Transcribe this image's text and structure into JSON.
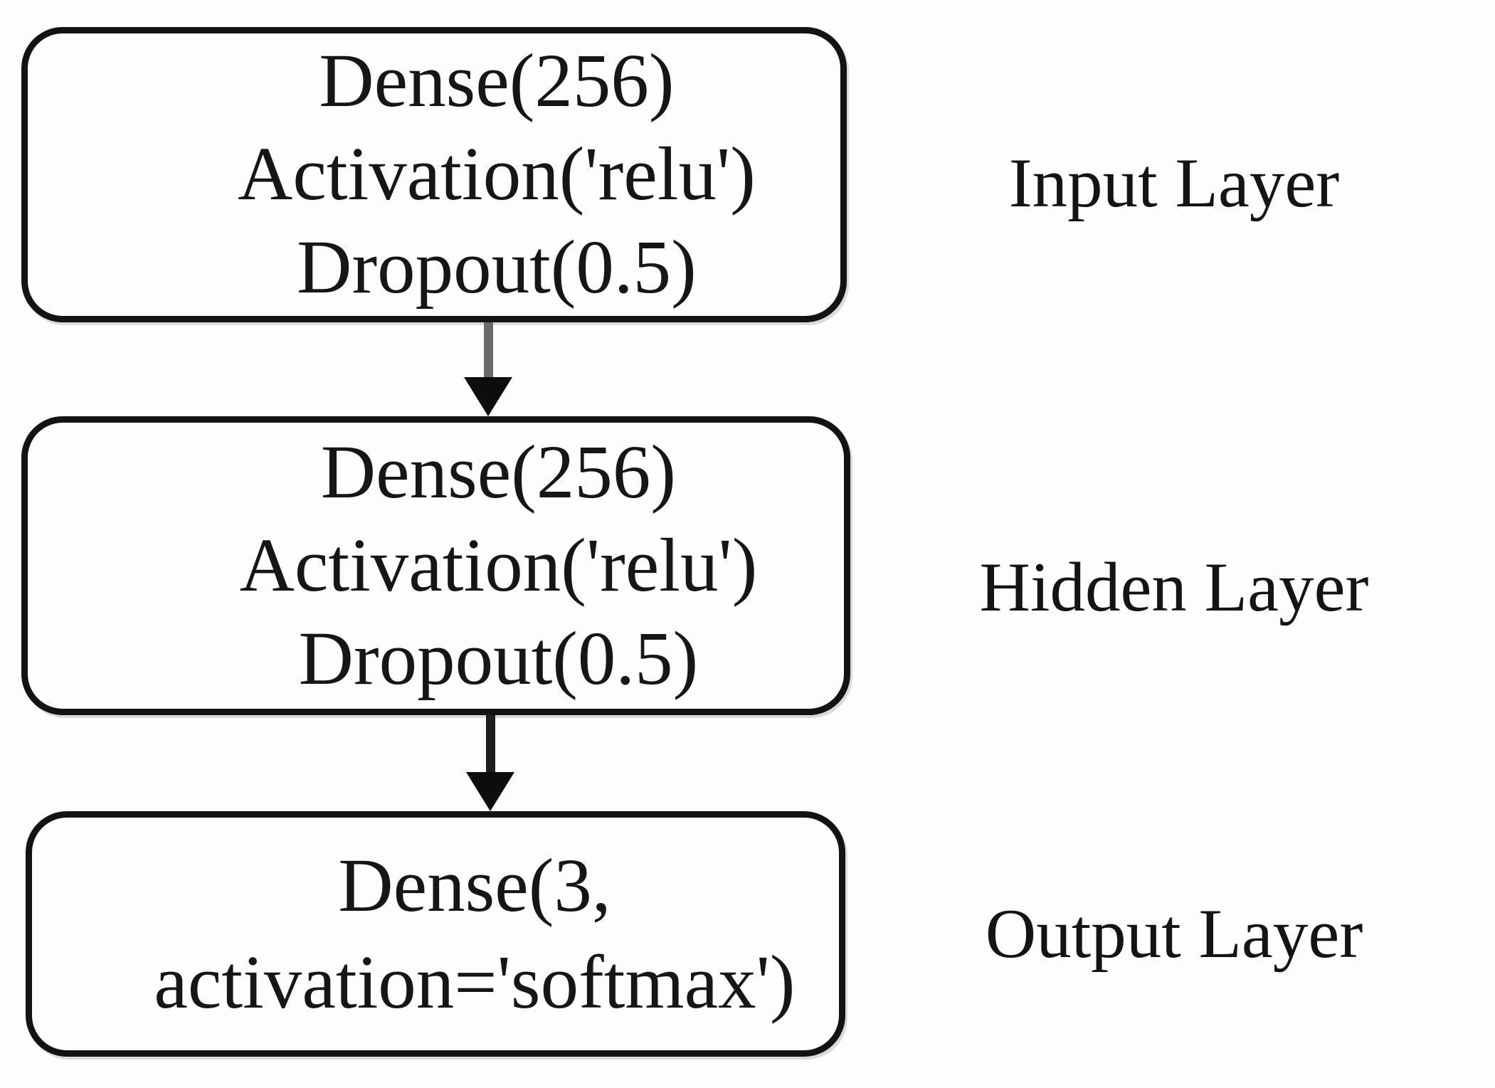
{
  "diagram": {
    "title_implicit": "Neural network layer stack",
    "colors": {
      "background": "#fdfdfb",
      "box_border": "#131313",
      "text": "#161616",
      "arrow1_stem": "#6a6a6a",
      "arrow2_stem": "#1f1f1f",
      "arrow_head": "#0d0d0d"
    },
    "boxes": [
      {
        "id": "input",
        "lines": [
          "Dense(256)",
          "Activation('relu')",
          "Dropout(0.5)"
        ],
        "label": "Input Layer"
      },
      {
        "id": "hidden",
        "lines": [
          "Dense(256)",
          "Activation('relu')",
          "Dropout(0.5)"
        ],
        "label": "Hidden Layer"
      },
      {
        "id": "output",
        "lines": [
          "Dense(3,",
          "activation='softmax')"
        ],
        "label": "Output Layer"
      }
    ],
    "arrows": [
      {
        "from": "input",
        "to": "hidden"
      },
      {
        "from": "hidden",
        "to": "output"
      }
    ]
  }
}
